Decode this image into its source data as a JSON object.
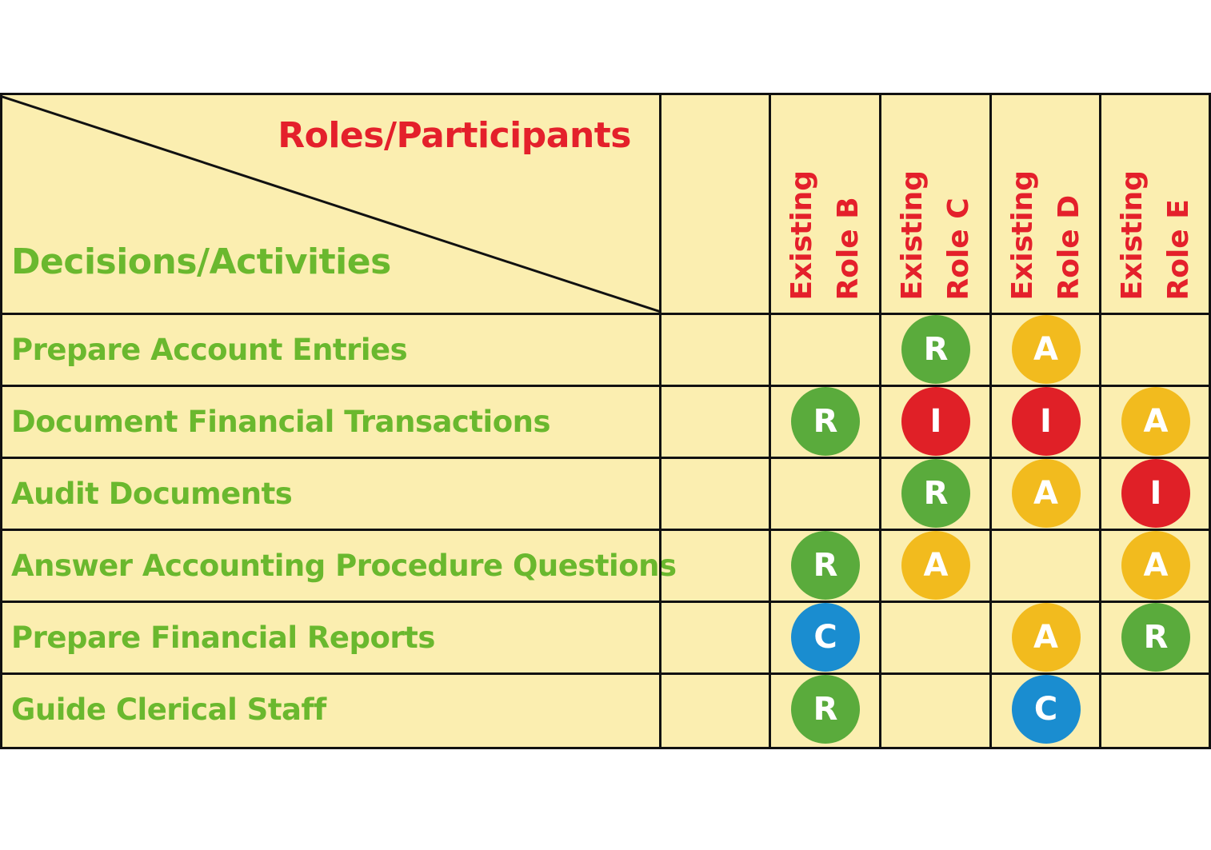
{
  "header": {
    "roles_title": "Roles/Participants",
    "activities_title": "Decisions/Activities"
  },
  "roles": [
    {
      "line1": "Existing",
      "line2": "Role B"
    },
    {
      "line1": "Existing",
      "line2": "Role C"
    },
    {
      "line1": "Existing",
      "line2": "Role D"
    },
    {
      "line1": "Existing",
      "line2": "Role E"
    }
  ],
  "activities": [
    {
      "label": "Prepare Account Entries",
      "cells": [
        "",
        "R",
        "A",
        ""
      ]
    },
    {
      "label": "Document Financial Transactions",
      "cells": [
        "R",
        "I",
        "I",
        "A"
      ]
    },
    {
      "label": "Audit Documents",
      "cells": [
        "",
        "R",
        "A",
        "I"
      ]
    },
    {
      "label": "Answer Accounting Procedure Questions",
      "cells": [
        "R",
        "A",
        "",
        "A"
      ]
    },
    {
      "label": "Prepare Financial Reports",
      "cells": [
        "C",
        "",
        "A",
        "R"
      ]
    },
    {
      "label": "Guide Clerical Staff",
      "cells": [
        "R",
        "",
        "C",
        ""
      ]
    }
  ],
  "colors": {
    "R": "#5aab3c",
    "A": "#f2bb1e",
    "I": "#e02027",
    "C": "#1a8dd0",
    "background": "#fbeeb0",
    "roles_text": "#e4202b",
    "activities_text": "#6ab82e"
  }
}
